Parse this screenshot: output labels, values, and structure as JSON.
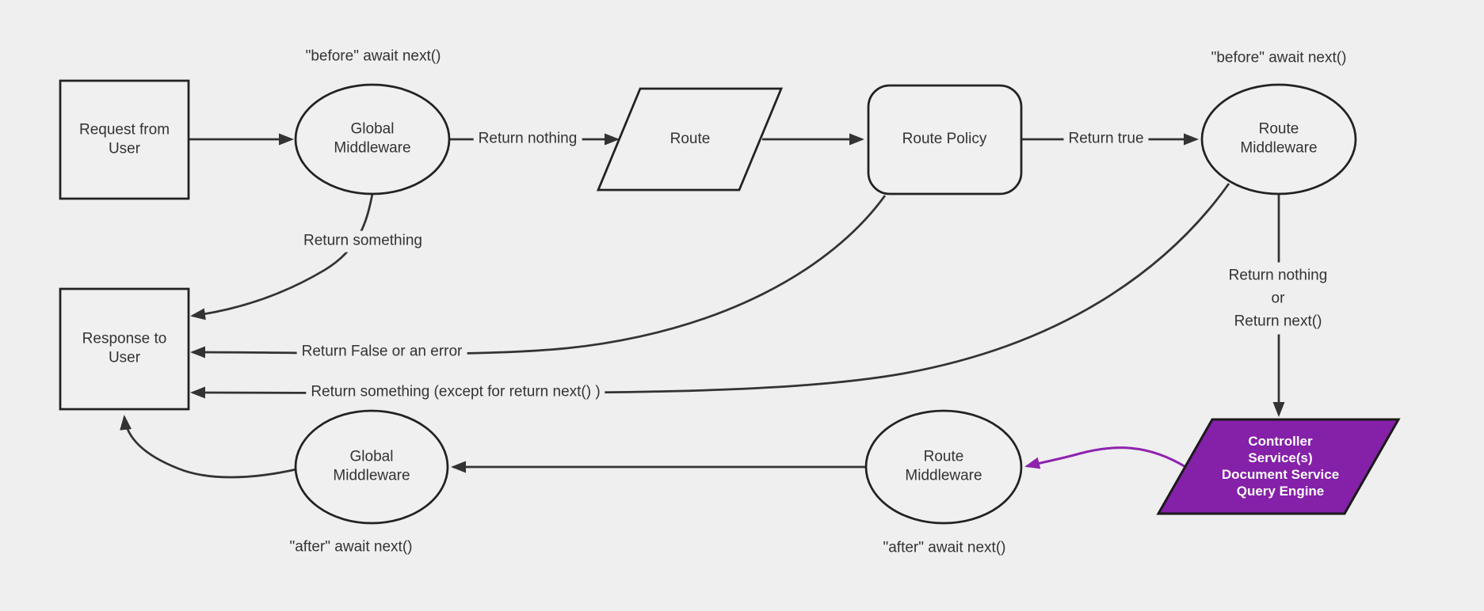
{
  "diagram": {
    "title": "Request / middleware lifecycle flowchart",
    "colors": {
      "background": "#efefef",
      "node_fill": "#f0f0f0",
      "node_border": "#222222",
      "edge": "#333333",
      "text": "#333333",
      "purple_fill": "#8520a8",
      "purple_border": "#1a1a1a",
      "purple_edge": "#8e23af",
      "controller_text": "#ffffff"
    },
    "nodes": {
      "request": {
        "label": "Request from User",
        "shape": "rectangle"
      },
      "global_mw_top": {
        "label": "Global Middleware",
        "shape": "ellipse"
      },
      "route": {
        "label": "Route",
        "shape": "parallelogram"
      },
      "route_policy": {
        "label": "Route Policy",
        "shape": "rounded-rectangle"
      },
      "route_mw_top": {
        "label": "Route Middleware",
        "shape": "ellipse"
      },
      "response": {
        "label": "Response to User",
        "shape": "rectangle"
      },
      "global_mw_bottom": {
        "label": "Global Middleware",
        "shape": "ellipse"
      },
      "route_mw_bottom": {
        "label": "Route Middleware",
        "shape": "ellipse"
      },
      "controller": {
        "lines": [
          "Controller",
          "Service(s)",
          "Document Service",
          "Query Engine"
        ],
        "shape": "parallelogram"
      }
    },
    "edge_labels": {
      "return_nothing": "Return nothing",
      "return_true": "Return true",
      "return_something": "Return something",
      "return_false": "Return False or an error",
      "return_something_except": "Return something (except for return next() )",
      "return_nothing_or_next": [
        "Return nothing",
        "or",
        "Return next()"
      ]
    },
    "annotations": {
      "before_left": "\"before\" await next()",
      "before_right": "\"before\" await next()",
      "after_left": "\"after\" await next()",
      "after_right": "\"after\" await next()"
    }
  }
}
